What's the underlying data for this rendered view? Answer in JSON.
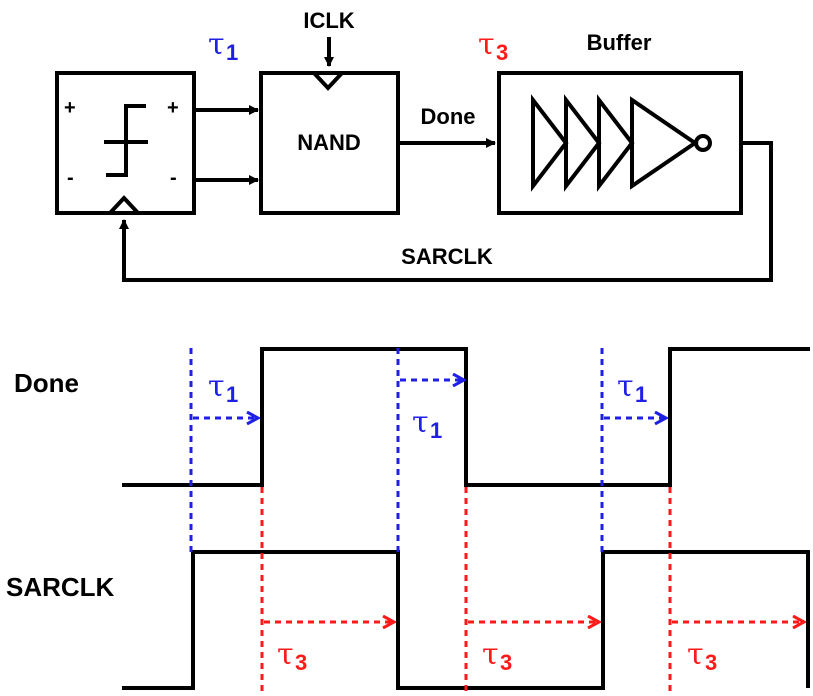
{
  "blocks": {
    "comparator": {
      "plus_left": "+",
      "plus_right": "+",
      "minus_left": "-",
      "minus_right": "-"
    },
    "nand": {
      "label": "NAND",
      "clock_input": "ICLK"
    },
    "buffer": {
      "label": "Buffer"
    }
  },
  "signals": {
    "done": "Done",
    "sarclk": "SARCLK"
  },
  "delays": {
    "tau1": {
      "symbol": "τ",
      "subscript": "1"
    },
    "tau3": {
      "symbol": "τ",
      "subscript": "3"
    }
  },
  "colors": {
    "tau1": "#1f1fe6",
    "tau3": "#ff1a1a",
    "wire": "#000000"
  }
}
